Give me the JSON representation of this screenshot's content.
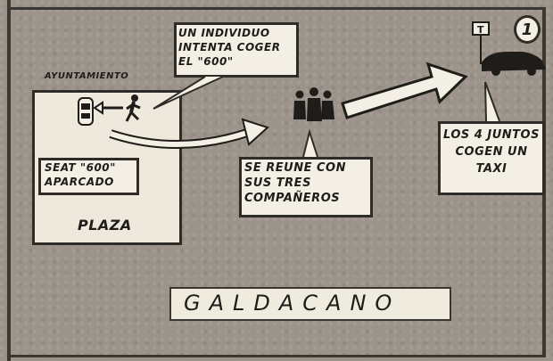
{
  "panel": {
    "number": "1",
    "plaza_label": "PLAZA",
    "ayuntamiento_label": "AYUNTAMIENTO",
    "car_label_line1": "SEAT \"600\"",
    "car_label_line2": "APARCADO",
    "bubble_individual": "UN INDIVIDUO INTENTA COGER EL \"600\"",
    "bubble_meet": "SE REUNE CON SUS TRES COMPAÑEROS",
    "bubble_taxi_line1": "LOS 4 JUNTOS",
    "bubble_taxi_line2": "COGEN UN",
    "bubble_taxi_line3": "TAXI",
    "city_name": "GALDACANO"
  },
  "colors": {
    "paper": "#e8dfcf",
    "ink": "#1f1d1a",
    "background": "#9c948a"
  },
  "icons": [
    "parked-car-icon",
    "running-man-icon",
    "three-people-icon",
    "taxi-sign-icon",
    "taxi-car-icon"
  ]
}
